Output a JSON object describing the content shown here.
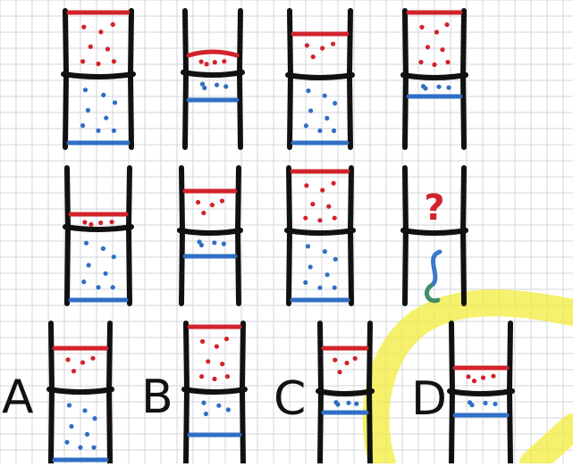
{
  "colors": {
    "grid": "#d3d6da",
    "ink": "#111111",
    "red": "#d2232a",
    "blue": "#2f6fc6",
    "highlight": "#f2ec3c",
    "question_red": "#d2232a",
    "question_blue": "#3b79c9",
    "question_green": "#3f8f6b"
  },
  "icons": [
    "question-mark-icon",
    "letter-a-icon",
    "letter-b-icon",
    "letter-c-icon",
    "letter-d-icon"
  ],
  "puzzle": {
    "grid_cells": [
      {
        "id": "r1c1"
      },
      {
        "id": "r1c2"
      },
      {
        "id": "r1c3"
      },
      {
        "id": "r1c4"
      },
      {
        "id": "r2c1"
      },
      {
        "id": "r2c2"
      },
      {
        "id": "r2c3"
      },
      {
        "id": "r2c4-question"
      }
    ],
    "options": [
      {
        "label": "A"
      },
      {
        "label": "B"
      },
      {
        "label": "C"
      },
      {
        "label": "D",
        "highlighted": true
      }
    ]
  }
}
